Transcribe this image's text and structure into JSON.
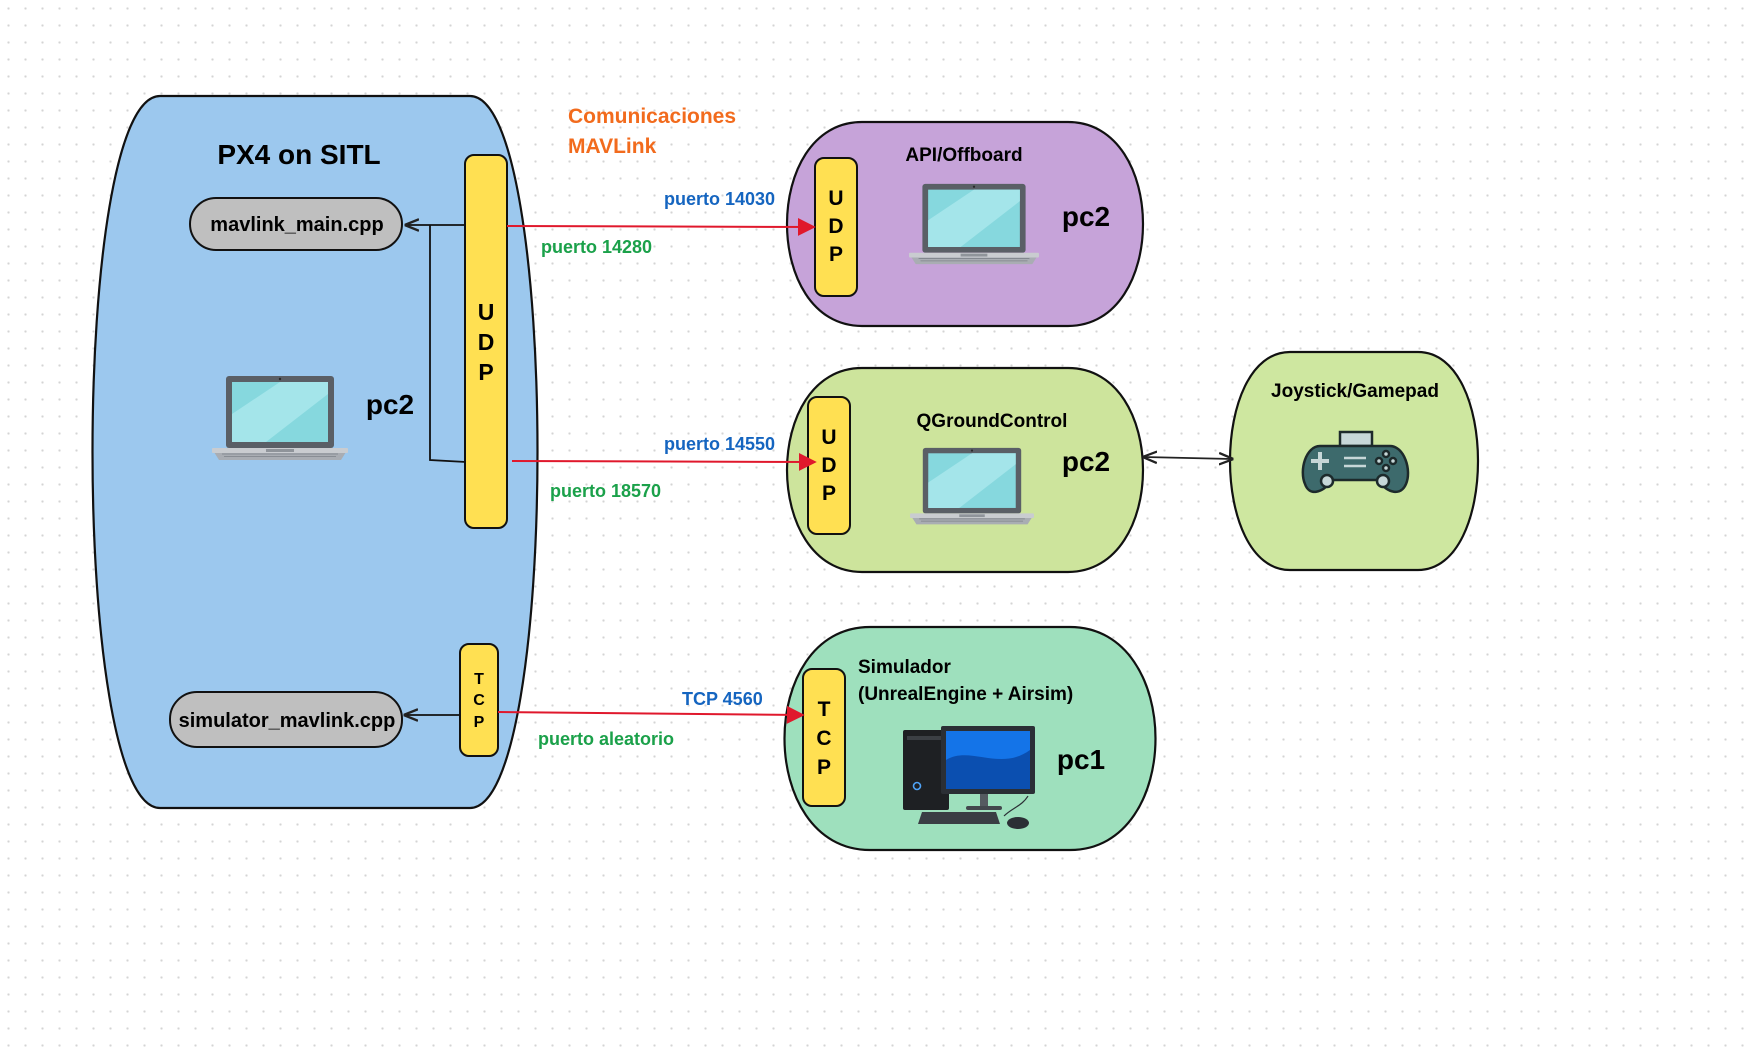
{
  "header": {
    "comms_line1": "Comunicaciones",
    "comms_line2": "MAVLink"
  },
  "px4": {
    "title": "PX4 on SITL",
    "mavlink_module": "mavlink_main.cpp",
    "simulator_module": "simulator_mavlink.cpp",
    "host": "pc2",
    "udp_letters": [
      "U",
      "D",
      "P"
    ],
    "tcp_letters": [
      "T",
      "C",
      "P"
    ]
  },
  "links": {
    "offboard_remote": "puerto 14030",
    "offboard_local": "puerto 14280",
    "qgc_remote": "puerto 14550",
    "qgc_local": "puerto 18570",
    "sim_remote": "TCP 4560",
    "sim_local": "puerto aleatorio"
  },
  "nodes": {
    "offboard": {
      "title": "API/Offboard",
      "host": "pc2",
      "port_letters": [
        "U",
        "D",
        "P"
      ]
    },
    "qgc": {
      "title": "QGroundControl",
      "host": "pc2",
      "port_letters": [
        "U",
        "D",
        "P"
      ]
    },
    "joystick": {
      "title": "Joystick/Gamepad"
    },
    "simulator": {
      "title_line1": "Simulador",
      "title_line2": "(UnrealEngine + Airsim)",
      "host": "pc1",
      "port_letters": [
        "T",
        "C",
        "P"
      ]
    }
  },
  "colors": {
    "px4_fill": "#9CC8EE",
    "offboard_fill": "#C6A3D9",
    "qgc_fill": "#CDE49C",
    "joystick_fill": "#CEE7A0",
    "sim_fill": "#9EE0BD",
    "port_fill": "#FFE052",
    "module_fill": "#BFBFBF",
    "arrow_red": "#E0182C",
    "label_blue": "#1565C0",
    "label_green": "#1BA14A",
    "label_orange": "#F26B1D"
  }
}
